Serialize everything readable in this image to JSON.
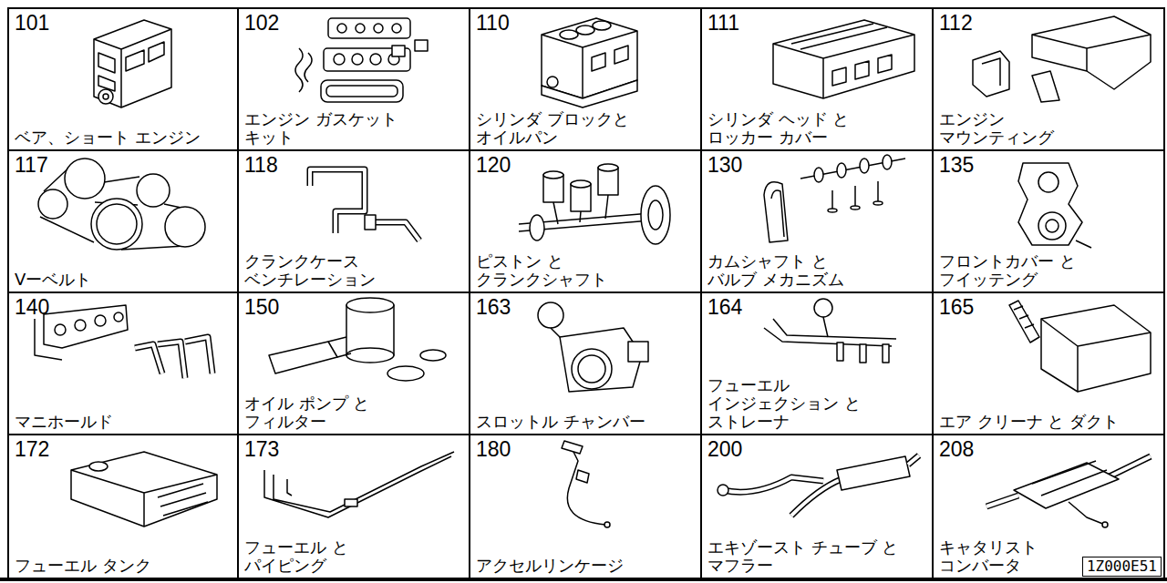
{
  "diagram": {
    "nodes": [
      {
        "text": [
          "101",
          "ベア、ショート エンジン"
        ]
      },
      {
        "text": [
          "102",
          "エンジン ガスケット キット"
        ]
      },
      {
        "text": [
          "110",
          "シリンダ ブロックと オイルパン"
        ]
      },
      {
        "text": [
          "111",
          "シリンダ ヘッド と ロッカー カバー"
        ]
      },
      {
        "text": [
          "112",
          "エンジン マウンティング"
        ]
      },
      {
        "text": [
          "117",
          "Vーベルト"
        ]
      },
      {
        "text": [
          "118",
          "クランクケース ベンチレーション"
        ]
      },
      {
        "text": [
          "120",
          "ピストン と クランクシャフト"
        ]
      },
      {
        "text": [
          "130",
          "カムシャフト と バルブ メカニズム"
        ]
      },
      {
        "text": [
          "135",
          "フロントカバー と フイッテング"
        ]
      },
      {
        "text": [
          "140",
          "マニホールド"
        ]
      },
      {
        "text": [
          "150",
          "オイル ポンプ と フィルター"
        ]
      },
      {
        "text": [
          "163",
          "スロットル チャンバー"
        ]
      },
      {
        "text": [
          "164",
          "フューエル インジェクション と ストレーナ"
        ]
      },
      {
        "text": [
          "165",
          "エア クリーナ と ダクト"
        ]
      },
      {
        "text": [
          "172",
          "フューエル タンク"
        ]
      },
      {
        "text": [
          "173",
          "フューエル と パイピング"
        ]
      },
      {
        "text": [
          "180",
          "アクセルリンケージ"
        ]
      },
      {
        "text": [
          "200",
          "エキゾースト チューブ と マフラー"
        ]
      },
      {
        "text": [
          "208",
          "キャタリスト コンバータ"
        ]
      }
    ],
    "labels": [
      "1Z000E51"
    ]
  }
}
